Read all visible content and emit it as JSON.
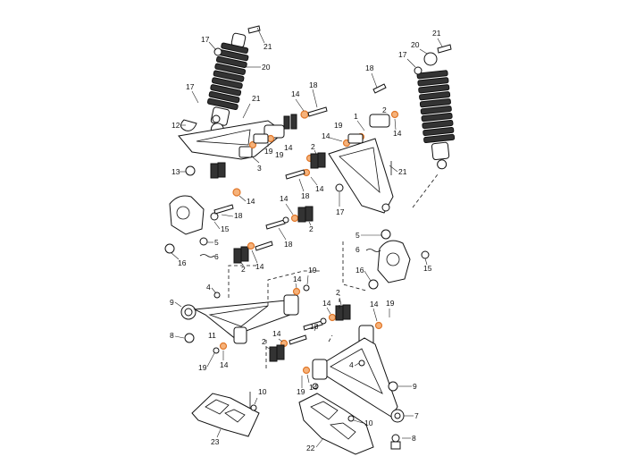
{
  "callouts": {
    "c21a": "21",
    "c17a": "17",
    "c20a": "20",
    "c17b": "17",
    "c21b": "21",
    "c12": "12",
    "c14a": "14",
    "c18a": "18",
    "c19a": "19",
    "c14b": "14",
    "c19b": "19",
    "c3": "3",
    "c13": "13",
    "c14c": "14",
    "c18b": "18",
    "c15a": "15",
    "c5a": "5",
    "c6a": "6",
    "c16a": "16",
    "c21c": "21",
    "c20b": "20",
    "c17c": "17",
    "c18c": "18",
    "c2a": "2",
    "c14d": "14",
    "c1": "1",
    "c19c": "19",
    "c14e": "14",
    "c2b": "2",
    "c14f": "14",
    "c18d": "18",
    "c21d": "21",
    "c17d": "17",
    "c14g": "14",
    "c18e": "18",
    "c2c": "2",
    "c2d": "2",
    "c14h": "14",
    "c5b": "5",
    "c6b": "6",
    "c16b": "16",
    "c15b": "15",
    "c4a": "4",
    "c19d": "19",
    "c14i": "14",
    "c9a": "9",
    "c2e": "2",
    "c14j": "14",
    "c18f": "18",
    "c8a": "8",
    "c11": "11",
    "c19e": "19",
    "c14k": "14",
    "c14l": "14",
    "c19f": "19",
    "c2f": "2",
    "c14m": "14",
    "c4b": "4",
    "c19g": "19",
    "c14n": "14",
    "c9b": "9",
    "c10a": "10",
    "c10b": "10",
    "c7": "7",
    "c23": "23",
    "c22": "22",
    "c8b": "8"
  }
}
